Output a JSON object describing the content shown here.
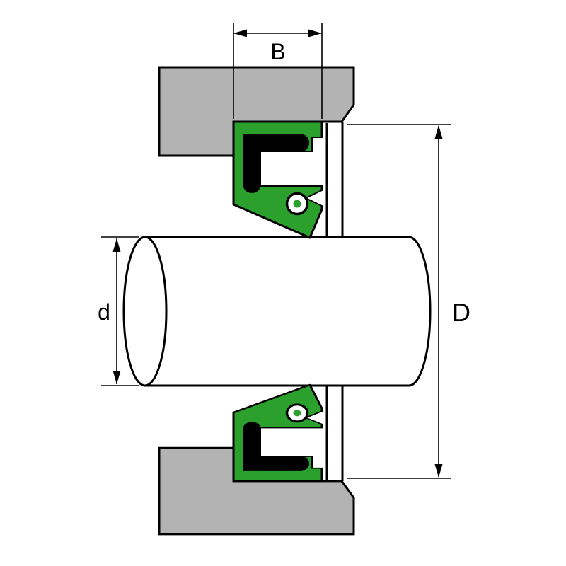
{
  "diagram": {
    "dimension_labels": {
      "seal_width": "B",
      "shaft_diameter": "d",
      "housing_bore_diameter": "D"
    },
    "colors": {
      "housing_gray": "#b3b3b3",
      "seal_green": "#2ca02c",
      "outline_black": "#000000",
      "background_white": "#ffffff"
    }
  }
}
